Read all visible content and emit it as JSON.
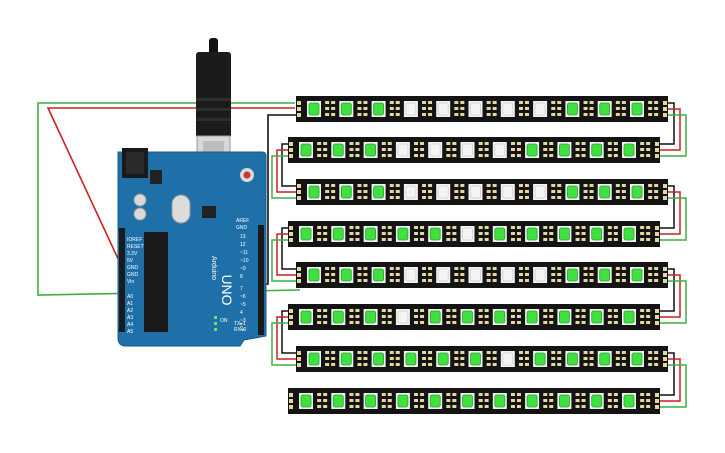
{
  "colors": {
    "wire_green": "#3cb043",
    "wire_red": "#cc2020",
    "wire_black": "#111111",
    "board": "#1f6fa8",
    "strip": "#141414",
    "led_on": "#3fe03f",
    "led_off": "#f4f4f4"
  },
  "board": {
    "brand": "Arduino",
    "model": "UNO",
    "on_label": "ON",
    "tx_label": "TX▸1",
    "rx_label": "RX◂0",
    "aref_label": "AREF",
    "gnd_label": "GND",
    "digital_pins": [
      "13",
      "12",
      "~11",
      "~10",
      "~9",
      "8",
      "7",
      "~6",
      "~5",
      "4",
      "~3",
      "2"
    ],
    "power_pins": [
      "IOREF",
      "RESET",
      "3.3V",
      "5V",
      "GND",
      "GND",
      "Vin"
    ],
    "analog_pins": [
      "A0",
      "A1",
      "A2",
      "A3",
      "A4",
      "A5"
    ]
  },
  "strips": [
    {
      "leds": [
        "on",
        "on",
        "on",
        "off",
        "off",
        "off",
        "off",
        "off",
        "on",
        "on",
        "on"
      ]
    },
    {
      "leds": [
        "on",
        "on",
        "on",
        "off",
        "off",
        "off",
        "off",
        "on",
        "on",
        "on",
        "on"
      ]
    },
    {
      "leds": [
        "on",
        "on",
        "on",
        "off",
        "off",
        "off",
        "off",
        "off",
        "on",
        "on",
        "on"
      ]
    },
    {
      "leds": [
        "on",
        "on",
        "on",
        "on",
        "on",
        "off",
        "on",
        "on",
        "on",
        "on",
        "on"
      ]
    },
    {
      "leds": [
        "on",
        "on",
        "on",
        "off",
        "off",
        "off",
        "off",
        "off",
        "on",
        "on",
        "on"
      ]
    },
    {
      "leds": [
        "on",
        "on",
        "on",
        "off",
        "on",
        "on",
        "on",
        "on",
        "on",
        "on",
        "on"
      ]
    },
    {
      "leds": [
        "on",
        "on",
        "on",
        "on",
        "on",
        "on",
        "off",
        "on",
        "on",
        "on",
        "on"
      ]
    },
    {
      "leds": [
        "on",
        "on",
        "on",
        "on",
        "on",
        "on",
        "on",
        "on",
        "on",
        "on",
        "on"
      ]
    }
  ]
}
